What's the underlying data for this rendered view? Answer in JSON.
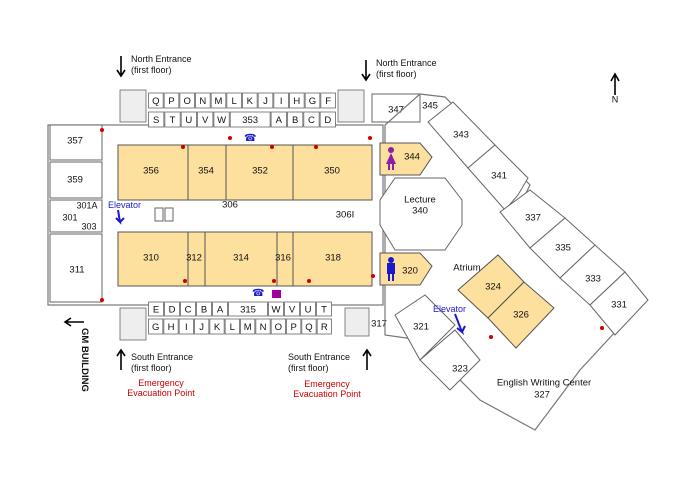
{
  "compass": {
    "label": "N"
  },
  "entrances": {
    "north_1": {
      "line1": "North Entrance",
      "line2": "(first floor)"
    },
    "north_2": {
      "line1": "North Entrance",
      "line2": "(first floor)"
    },
    "south_1": {
      "line1": "South Entrance",
      "line2": "(first floor)"
    },
    "south_2": {
      "line1": "South Entrance",
      "line2": "(first floor)"
    }
  },
  "evacuation": {
    "line1": "Emergency",
    "line2": "Evacuation Point"
  },
  "gm_building": "GM BUILDING",
  "elevator_label": "Elevator",
  "north_lockers": {
    "top": [
      "Q",
      "P",
      "O",
      "N",
      "M",
      "L",
      "K",
      "J",
      "I",
      "H",
      "G",
      "F"
    ],
    "bottom": [
      "S",
      "T",
      "U",
      "V",
      "W",
      "353",
      "A",
      "B",
      "C",
      "D"
    ]
  },
  "south_lockers": {
    "top": [
      "E",
      "D",
      "C",
      "B",
      "A",
      "315",
      "W",
      "V",
      "U",
      "T"
    ],
    "bottom": [
      "G",
      "H",
      "I",
      "J",
      "K",
      "L",
      "M",
      "N",
      "O",
      "P",
      "Q",
      "R"
    ]
  },
  "rooms": {
    "r357": "357",
    "r359": "359",
    "r301A": "301A",
    "r301": "301",
    "r303": "303",
    "r311": "311",
    "r356": "356",
    "r354": "354",
    "r352": "352",
    "r350": "350",
    "r306": "306",
    "r306I": "306I",
    "r310": "310",
    "r312": "312",
    "r314": "314",
    "r316": "316",
    "r318": "318",
    "r347": "347",
    "r345": "345",
    "r344": "344",
    "r343": "343",
    "r341": "341",
    "lecture": "Lecture",
    "r340": "340",
    "r320": "320",
    "r317": "317",
    "r337": "337",
    "r335": "335",
    "r333": "333",
    "r331": "331",
    "atrium": "Atrium",
    "r324": "324",
    "r326": "326",
    "r321": "321",
    "r323": "323",
    "writing_center": "English Writing Center",
    "r327": "327"
  },
  "colors": {
    "classroom": "#fddf9e",
    "evacuation": "#cc0000",
    "elevator": "#1a1acc",
    "women_restroom": "#8b1fa8",
    "men_restroom": "#1a1acc"
  }
}
